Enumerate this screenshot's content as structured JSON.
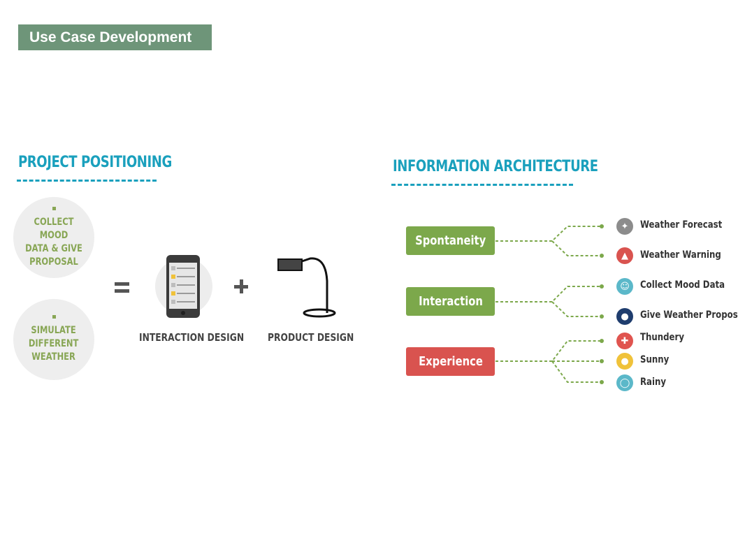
{
  "header": {
    "title": "Use Case Development"
  },
  "positioning": {
    "title": "PROJECT POSITIONING",
    "circles": [
      {
        "text": "COLLECT MOOD\nDATA & GIVE\nPROPOSAL"
      },
      {
        "text": "SIMULATE\nDIFFERENT\nWEATHER"
      }
    ],
    "equals": "=",
    "plus": "+",
    "interaction_label": "INTERACTION DESIGN",
    "product_label": "PRODUCT DESIGN"
  },
  "architecture": {
    "title": "INFORMATION ARCHITECTURE",
    "categories": [
      {
        "label": "Spontaneity",
        "color": "#7ca84b",
        "items": [
          {
            "label": "Weather Forecast",
            "icon": "compass-icon",
            "color": "#8c8c8c"
          },
          {
            "label": "Weather Warning",
            "icon": "bell-icon",
            "color": "#d9534f"
          }
        ]
      },
      {
        "label": "Interaction",
        "color": "#7ca84b",
        "items": [
          {
            "label": "Collect Mood Data",
            "icon": "mood-icon",
            "color": "#5bb8c9"
          },
          {
            "label": "Give Weather Proposal",
            "icon": "person-icon",
            "color": "#1f3d6e"
          }
        ]
      },
      {
        "label": "Experience",
        "color": "#d9534f",
        "items": [
          {
            "label": "Thundery",
            "icon": "thunder-icon",
            "color": "#e0544f"
          },
          {
            "label": "Sunny",
            "icon": "sun-icon",
            "color": "#f0c23a"
          },
          {
            "label": "Rainy",
            "icon": "rain-icon",
            "color": "#5bb8c9"
          }
        ]
      }
    ]
  }
}
